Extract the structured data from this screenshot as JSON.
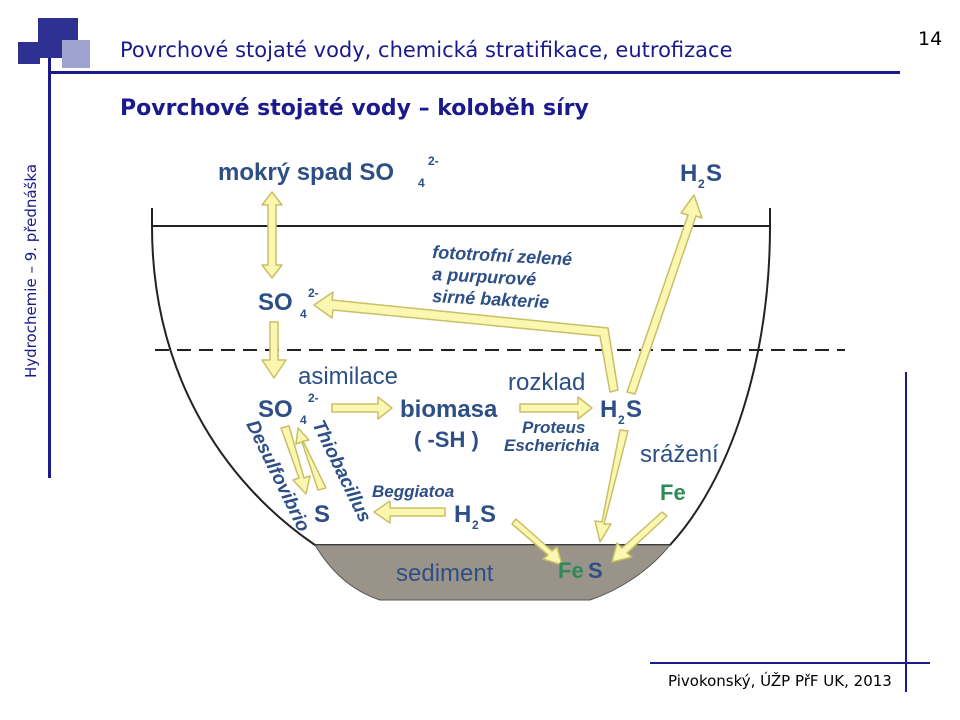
{
  "header": {
    "title": "Povrchové stojaté vody, chemická stratifikace, eutrofizace",
    "subtitle": "Povrchové stojaté vody – koloběh síry",
    "page_number": "14"
  },
  "side_label": "Hydrochemie – 9. přednáška",
  "footer": "Pivokonský, ÚŽP PřF UK, 2013",
  "colors": {
    "title": "#1a1a8c",
    "label": "#2d4f86",
    "arrow_fill": "#fbf7b0",
    "arrow_stroke": "#c9bf66",
    "sediment": "#9a9389",
    "fe_green": "#2e8b57",
    "square_blue": "#2e3192",
    "square_light": "#9fa3cf"
  },
  "diagram": {
    "wet_deposition": "mokrý spad SO",
    "h2s_top": "H",
    "bacteria": [
      "fototrofní zelené",
      "a purpurové",
      "sirné bakterie"
    ],
    "so4_upper": "SO",
    "asimilace": "asimilace",
    "rozklad": "rozklad",
    "so4_lower": "SO",
    "biomasa": "biomasa",
    "sh_group": "( -SH )",
    "h2s_mid": "H",
    "proteus": "Proteus",
    "escherichia": "Escherichia",
    "srazeni": "srážení",
    "fe": "Fe",
    "thiobacillus": "Thiobacillus",
    "desulfovibrio": "Desulfovibrio",
    "s": "S",
    "beggiatoa": "Beggiatoa",
    "h2s_low": "H",
    "sediment": "sediment",
    "fes_fe": "Fe",
    "fes_s": "S",
    "sub_2": "2",
    "sub_4": "4",
    "sup_2minus": "2-"
  }
}
